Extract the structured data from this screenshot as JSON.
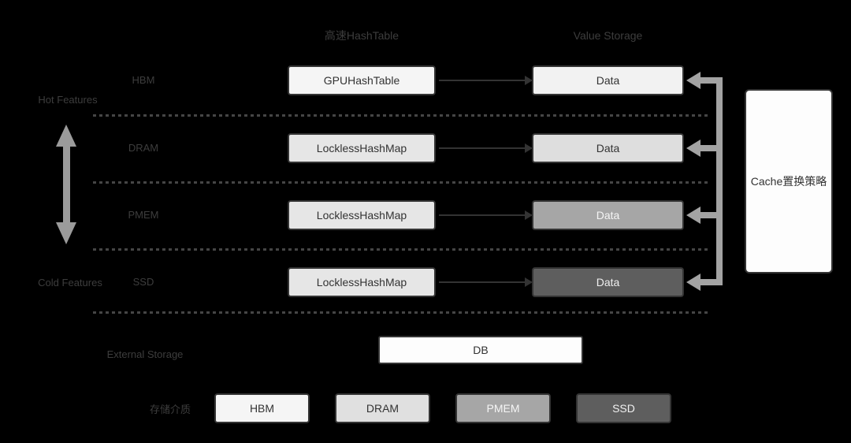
{
  "headers": {
    "hash_column": "高速HashTable",
    "value_column": "Value Storage"
  },
  "side_labels": {
    "hot": "Hot Features",
    "cold": "Cold Features"
  },
  "tiers": [
    {
      "id": "hbm",
      "label": "HBM",
      "hash_label": "GPUHashTable",
      "data_label": "Data",
      "hash_fill": "#f5f5f5",
      "hash_text": "#333333",
      "data_fill": "#f2f2f2",
      "data_text": "#333333"
    },
    {
      "id": "dram",
      "label": "DRAM",
      "hash_label": "LocklessHashMap",
      "data_label": "Data",
      "hash_fill": "#e6e6e6",
      "hash_text": "#333333",
      "data_fill": "#dedede",
      "data_text": "#333333"
    },
    {
      "id": "pmem",
      "label": "PMEM",
      "hash_label": "LocklessHashMap",
      "data_label": "Data",
      "hash_fill": "#e6e6e6",
      "hash_text": "#333333",
      "data_fill": "#a6a6a6",
      "data_text": "#f5f5f5"
    },
    {
      "id": "ssd",
      "label": "SSD",
      "hash_label": "LocklessHashMap",
      "data_label": "Data",
      "hash_fill": "#e6e6e6",
      "hash_text": "#333333",
      "data_fill": "#5e5e5e",
      "data_text": "#f0f0f0"
    }
  ],
  "cache_box": {
    "label": "Cache置换策略"
  },
  "external_storage": {
    "label": "External Storage",
    "db_label": "DB"
  },
  "legend": {
    "label": "存储介质",
    "items": [
      {
        "id": "hbm",
        "label": "HBM",
        "fill": "#f5f5f5",
        "text_color": "#333333"
      },
      {
        "id": "dram",
        "label": "DRAM",
        "fill": "#e0e0e0",
        "text_color": "#333333"
      },
      {
        "id": "pmem",
        "label": "PMEM",
        "fill": "#a6a6a6",
        "text_color": "#f5f5f5"
      },
      {
        "id": "ssd",
        "label": "SSD",
        "fill": "#5e5e5e",
        "text_color": "#f0f0f0"
      }
    ]
  },
  "colors": {
    "background": "#000000",
    "box_border": "#343434",
    "faint_label": "#3d3d3d",
    "gray_connector": "#a3a3a3",
    "updown_arrow": "#9b9b9b",
    "black_arrow": "#333333",
    "dotted_line": "#454545"
  }
}
